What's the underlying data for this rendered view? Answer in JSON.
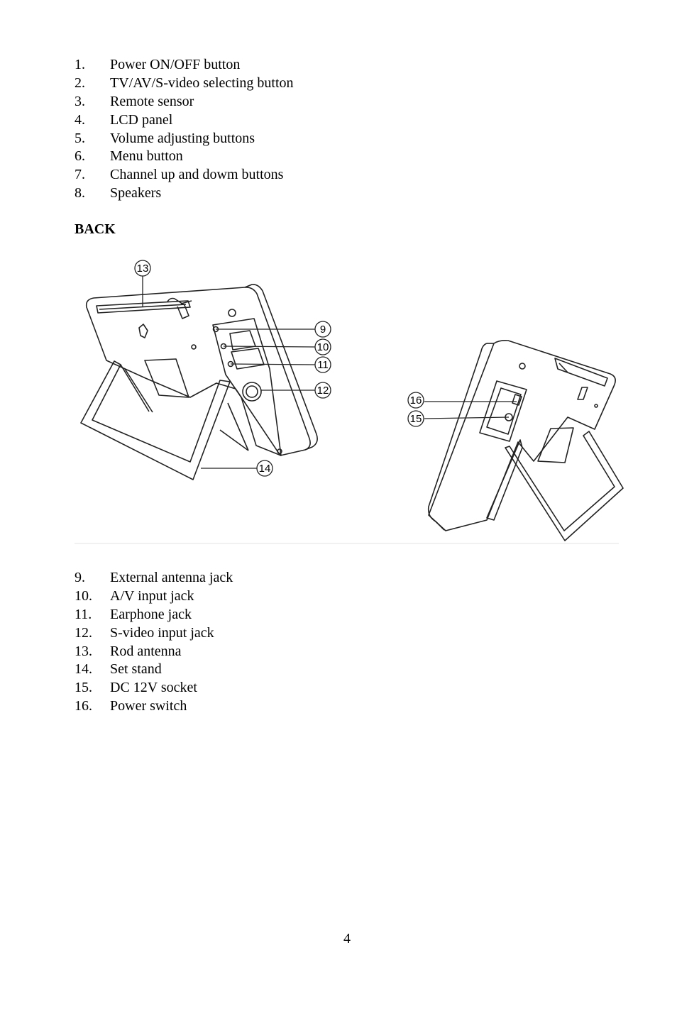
{
  "front_list": [
    {
      "num": "1.",
      "label": "Power ON/OFF button"
    },
    {
      "num": "2.",
      "label": "TV/AV/S-video selecting button"
    },
    {
      "num": "3.",
      "label": "Remote sensor"
    },
    {
      "num": "4.",
      "label": "LCD panel"
    },
    {
      "num": "5.",
      "label": "Volume adjusting buttons"
    },
    {
      "num": "6.",
      "label": "Menu button"
    },
    {
      "num": "7.",
      "label": "Channel up and dowm buttons"
    },
    {
      "num": "8.",
      "label": "Speakers"
    }
  ],
  "back_heading": "BACK",
  "callouts": {
    "c9": "9",
    "c10": "10",
    "c11": "11",
    "c12": "12",
    "c13": "13",
    "c14": "14",
    "c15": "15",
    "c16": "16"
  },
  "back_list": [
    {
      "num": "9.",
      "label": "External antenna jack"
    },
    {
      "num": "10.",
      "label": "A/V input jack"
    },
    {
      "num": "11.",
      "label": "Earphone jack"
    },
    {
      "num": "12.",
      "label": "S-video input jack"
    },
    {
      "num": "13.",
      "label": "Rod antenna"
    },
    {
      "num": "14.",
      "label": "Set stand"
    },
    {
      "num": "15.",
      "label": "DC 12V socket"
    },
    {
      "num": "16.",
      "label": "Power switch"
    }
  ],
  "page_number": "4"
}
